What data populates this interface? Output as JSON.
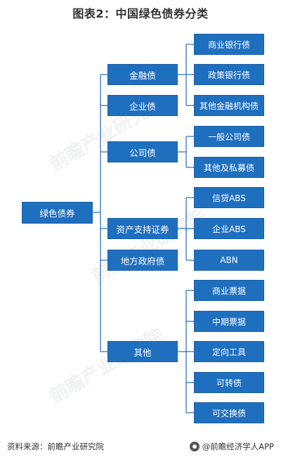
{
  "title": "图表2：中国绿色债券分类",
  "watermark": "前瞻产业研究院",
  "footer": {
    "source": "资料来源：前瞻产业研究院",
    "brand": "@前瞻经济学人APP"
  },
  "tree": {
    "root": "绿色债券",
    "categories": [
      {
        "label": "金融债",
        "children": [
          "商业银行债",
          "政策银行债",
          "其他金融机构债"
        ]
      },
      {
        "label": "企业债",
        "children": []
      },
      {
        "label": "公司债",
        "children": [
          "一般公司债",
          "其他及私募债"
        ]
      },
      {
        "label": "资产支持证券",
        "children": [
          "信贷ABS",
          "企业ABS",
          "ABN"
        ]
      },
      {
        "label": "地方政府债",
        "children": []
      },
      {
        "label": "其他",
        "children": [
          "商业票据",
          "中期票据",
          "定向工具",
          "可转债",
          "可交换债"
        ]
      }
    ]
  },
  "colors": {
    "box": "#1f6fbf",
    "line": "#1f6fbf",
    "text": "#ffffff"
  }
}
